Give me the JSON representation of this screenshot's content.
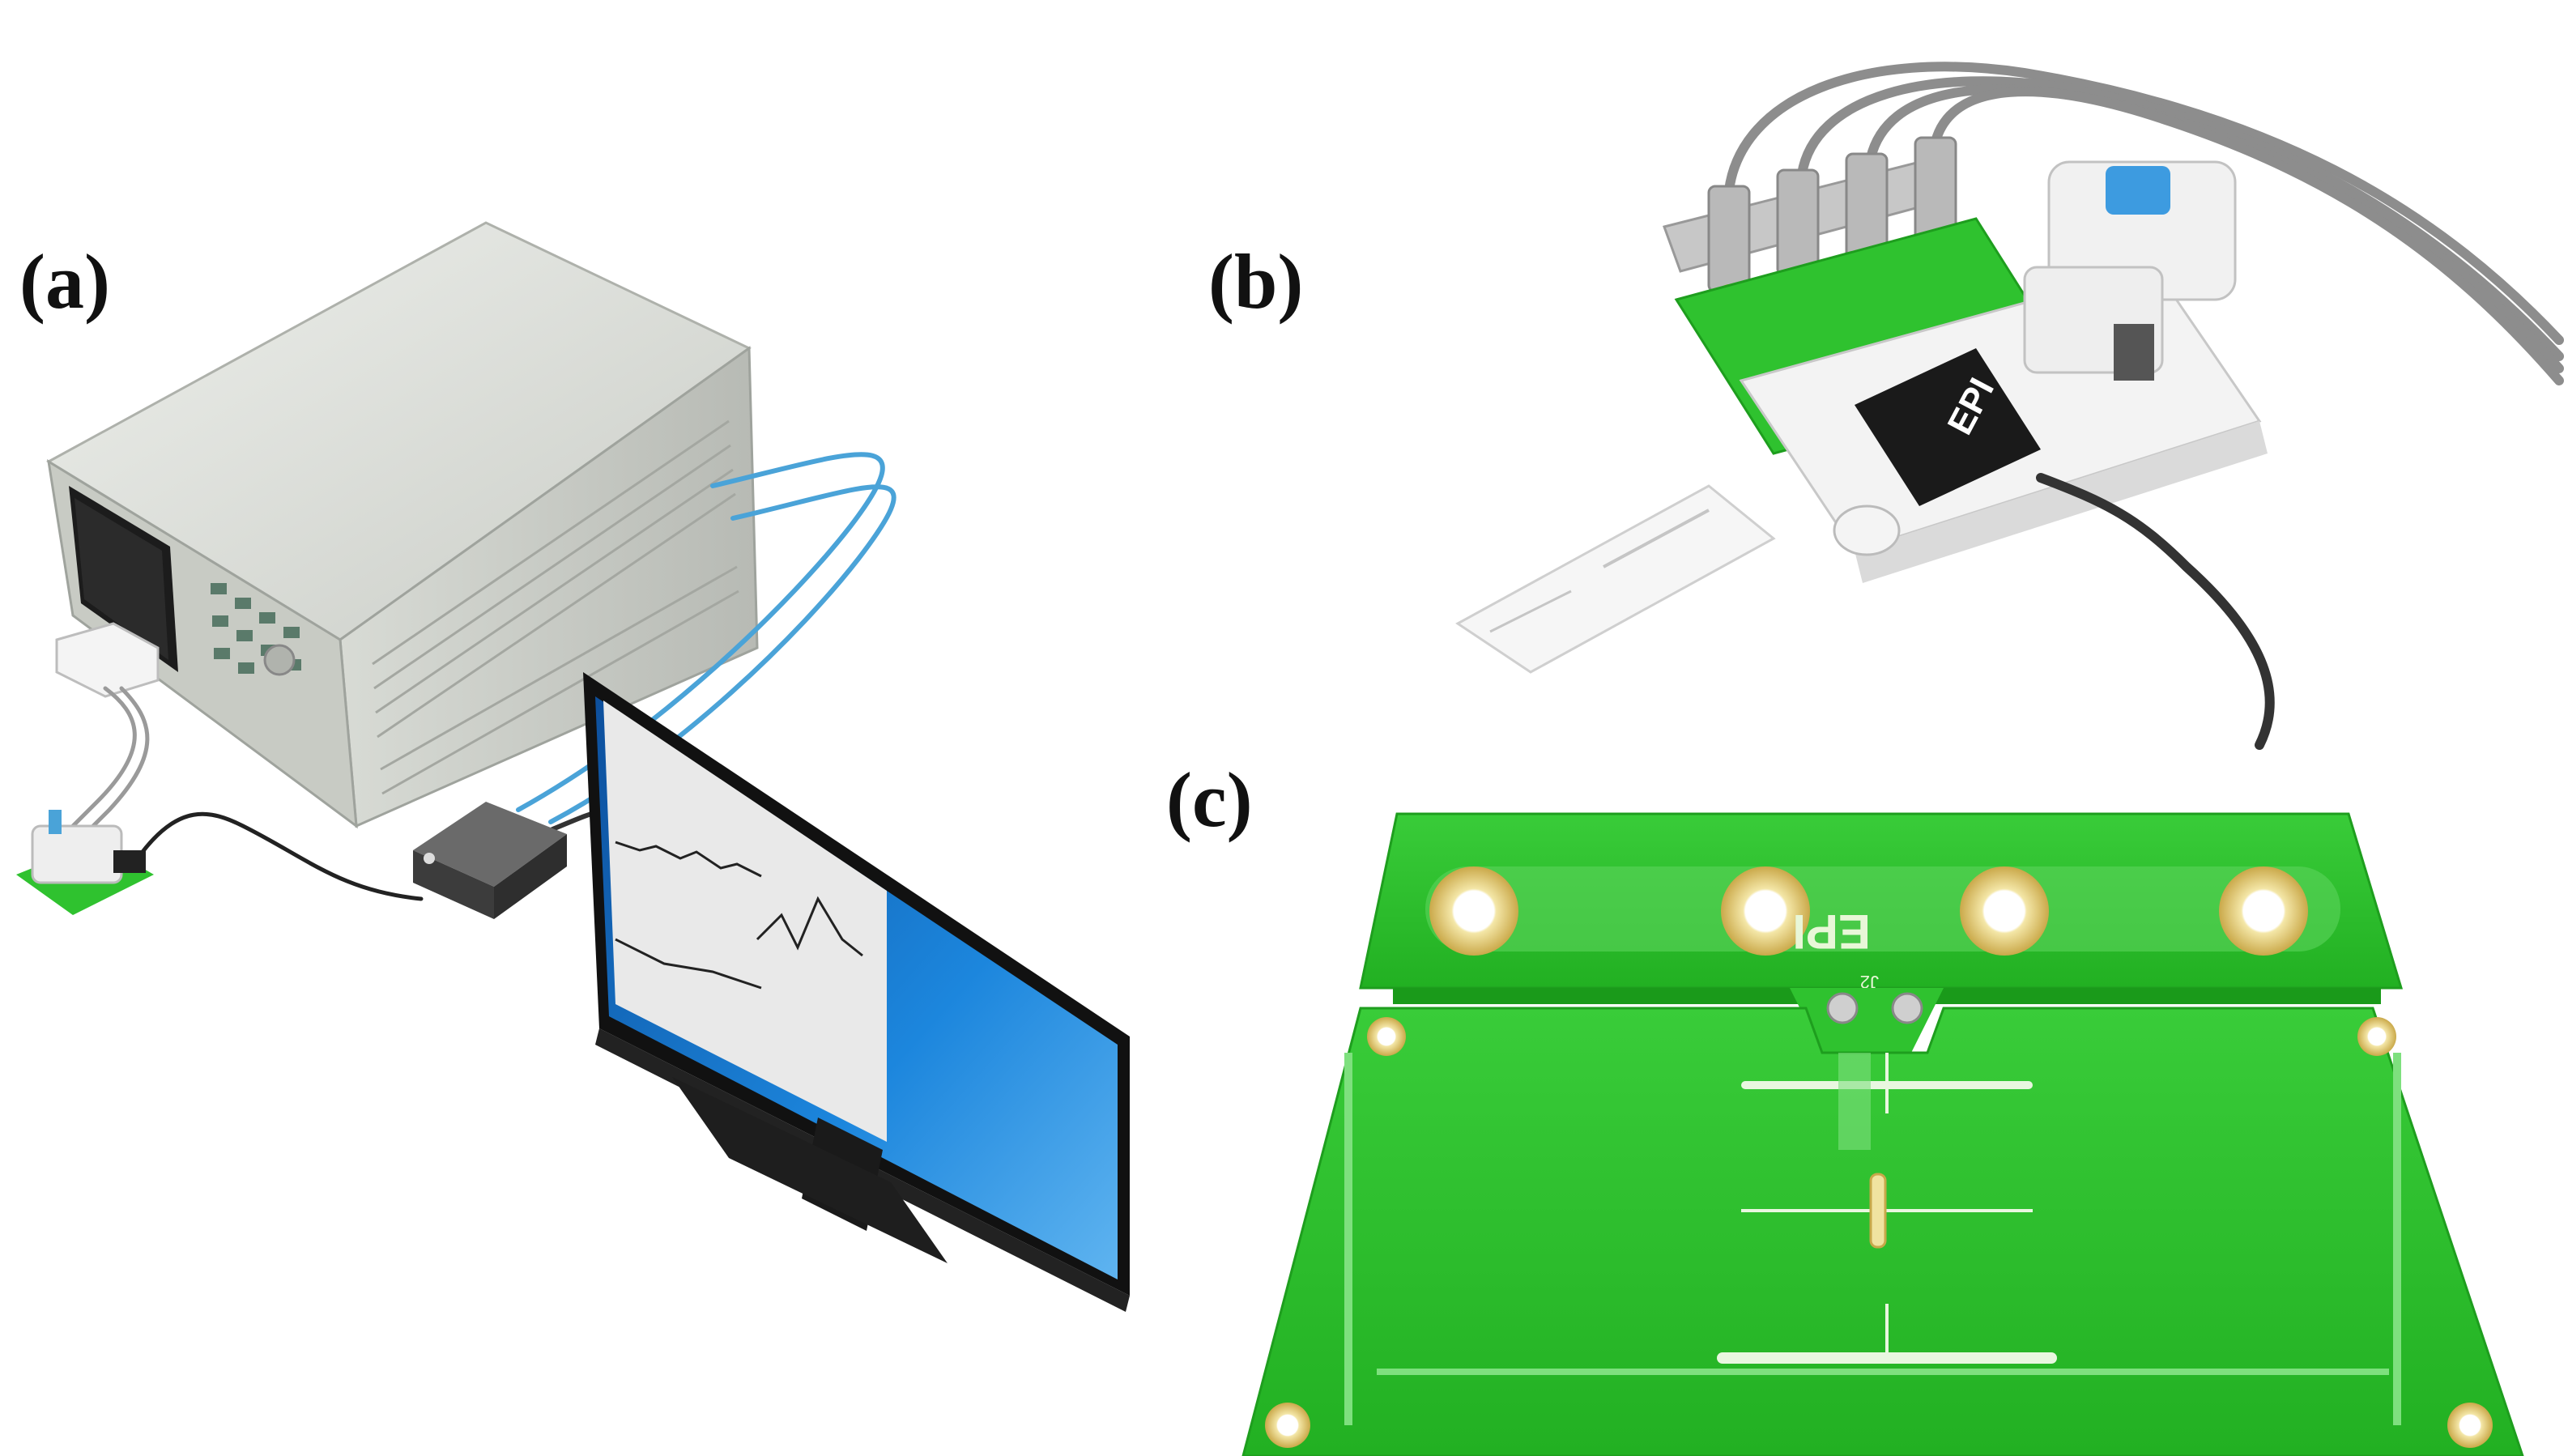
{
  "figure": {
    "panels": [
      {
        "label": "(a)"
      },
      {
        "label": "(b)"
      },
      {
        "label": "(c)"
      }
    ]
  },
  "pcb": {
    "logo_text": "EPI",
    "reference": "J2"
  },
  "colors": {
    "pcb_green": "#2fc22f",
    "pcb_dark_green": "#1ea81e",
    "pad_gold": "#e9d27a",
    "analyzer_body": "#d9dcd6",
    "screen_blue": "#1f8be0",
    "cable_blue": "#4aa3d8",
    "fixture_white": "#f2f2f2"
  }
}
